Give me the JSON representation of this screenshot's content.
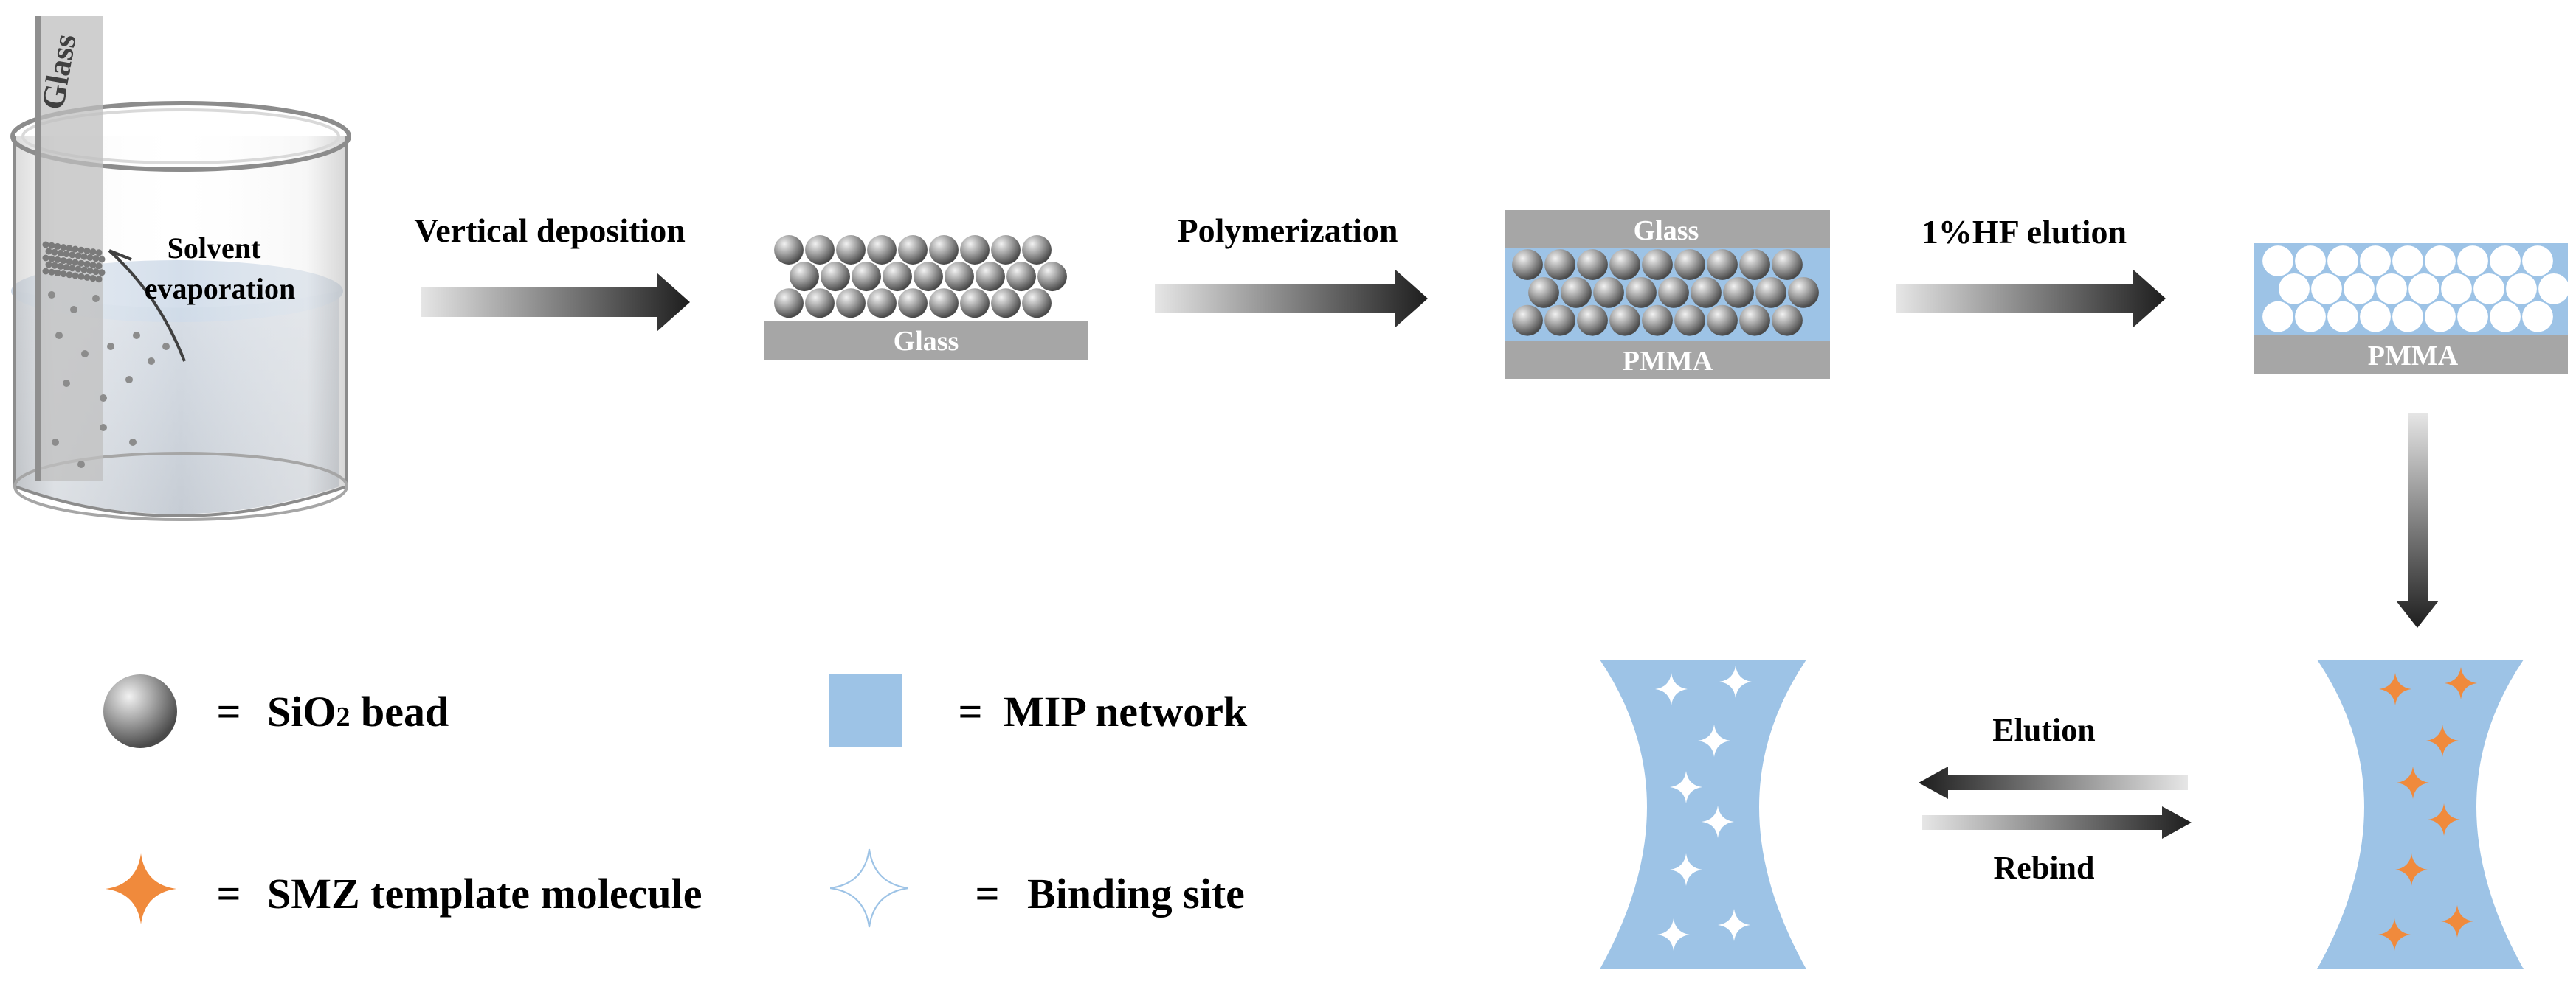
{
  "steps": {
    "beaker": {
      "glass_label": "Glass",
      "solvent_line1": "Solvent",
      "solvent_line2": "evaporation"
    },
    "step1": {
      "arrow_label": "Vertical deposition",
      "substrate_label": "Glass"
    },
    "step2": {
      "arrow_label": "Polymerization",
      "top_label": "Glass",
      "bottom_label": "PMMA"
    },
    "step3": {
      "arrow_label": "1%HF elution",
      "substrate_label": "PMMA"
    }
  },
  "rebinding": {
    "elution_label": "Elution",
    "rebind_label": "Rebind"
  },
  "legend": {
    "bead": {
      "eq": "=",
      "prefix": "SiO",
      "sub": "2",
      "suffix": " bead"
    },
    "network": {
      "eq": "=",
      "label": "MIP network"
    },
    "template": {
      "eq": "=",
      "label": "SMZ template molecule"
    },
    "site": {
      "eq": "=",
      "label": "Binding site"
    }
  },
  "colors": {
    "mip_blue": "#9dc3e6",
    "template_orange": "#f08a3c",
    "substrate_gray": "#a6a6a6",
    "arrow_dark": "#262626"
  }
}
